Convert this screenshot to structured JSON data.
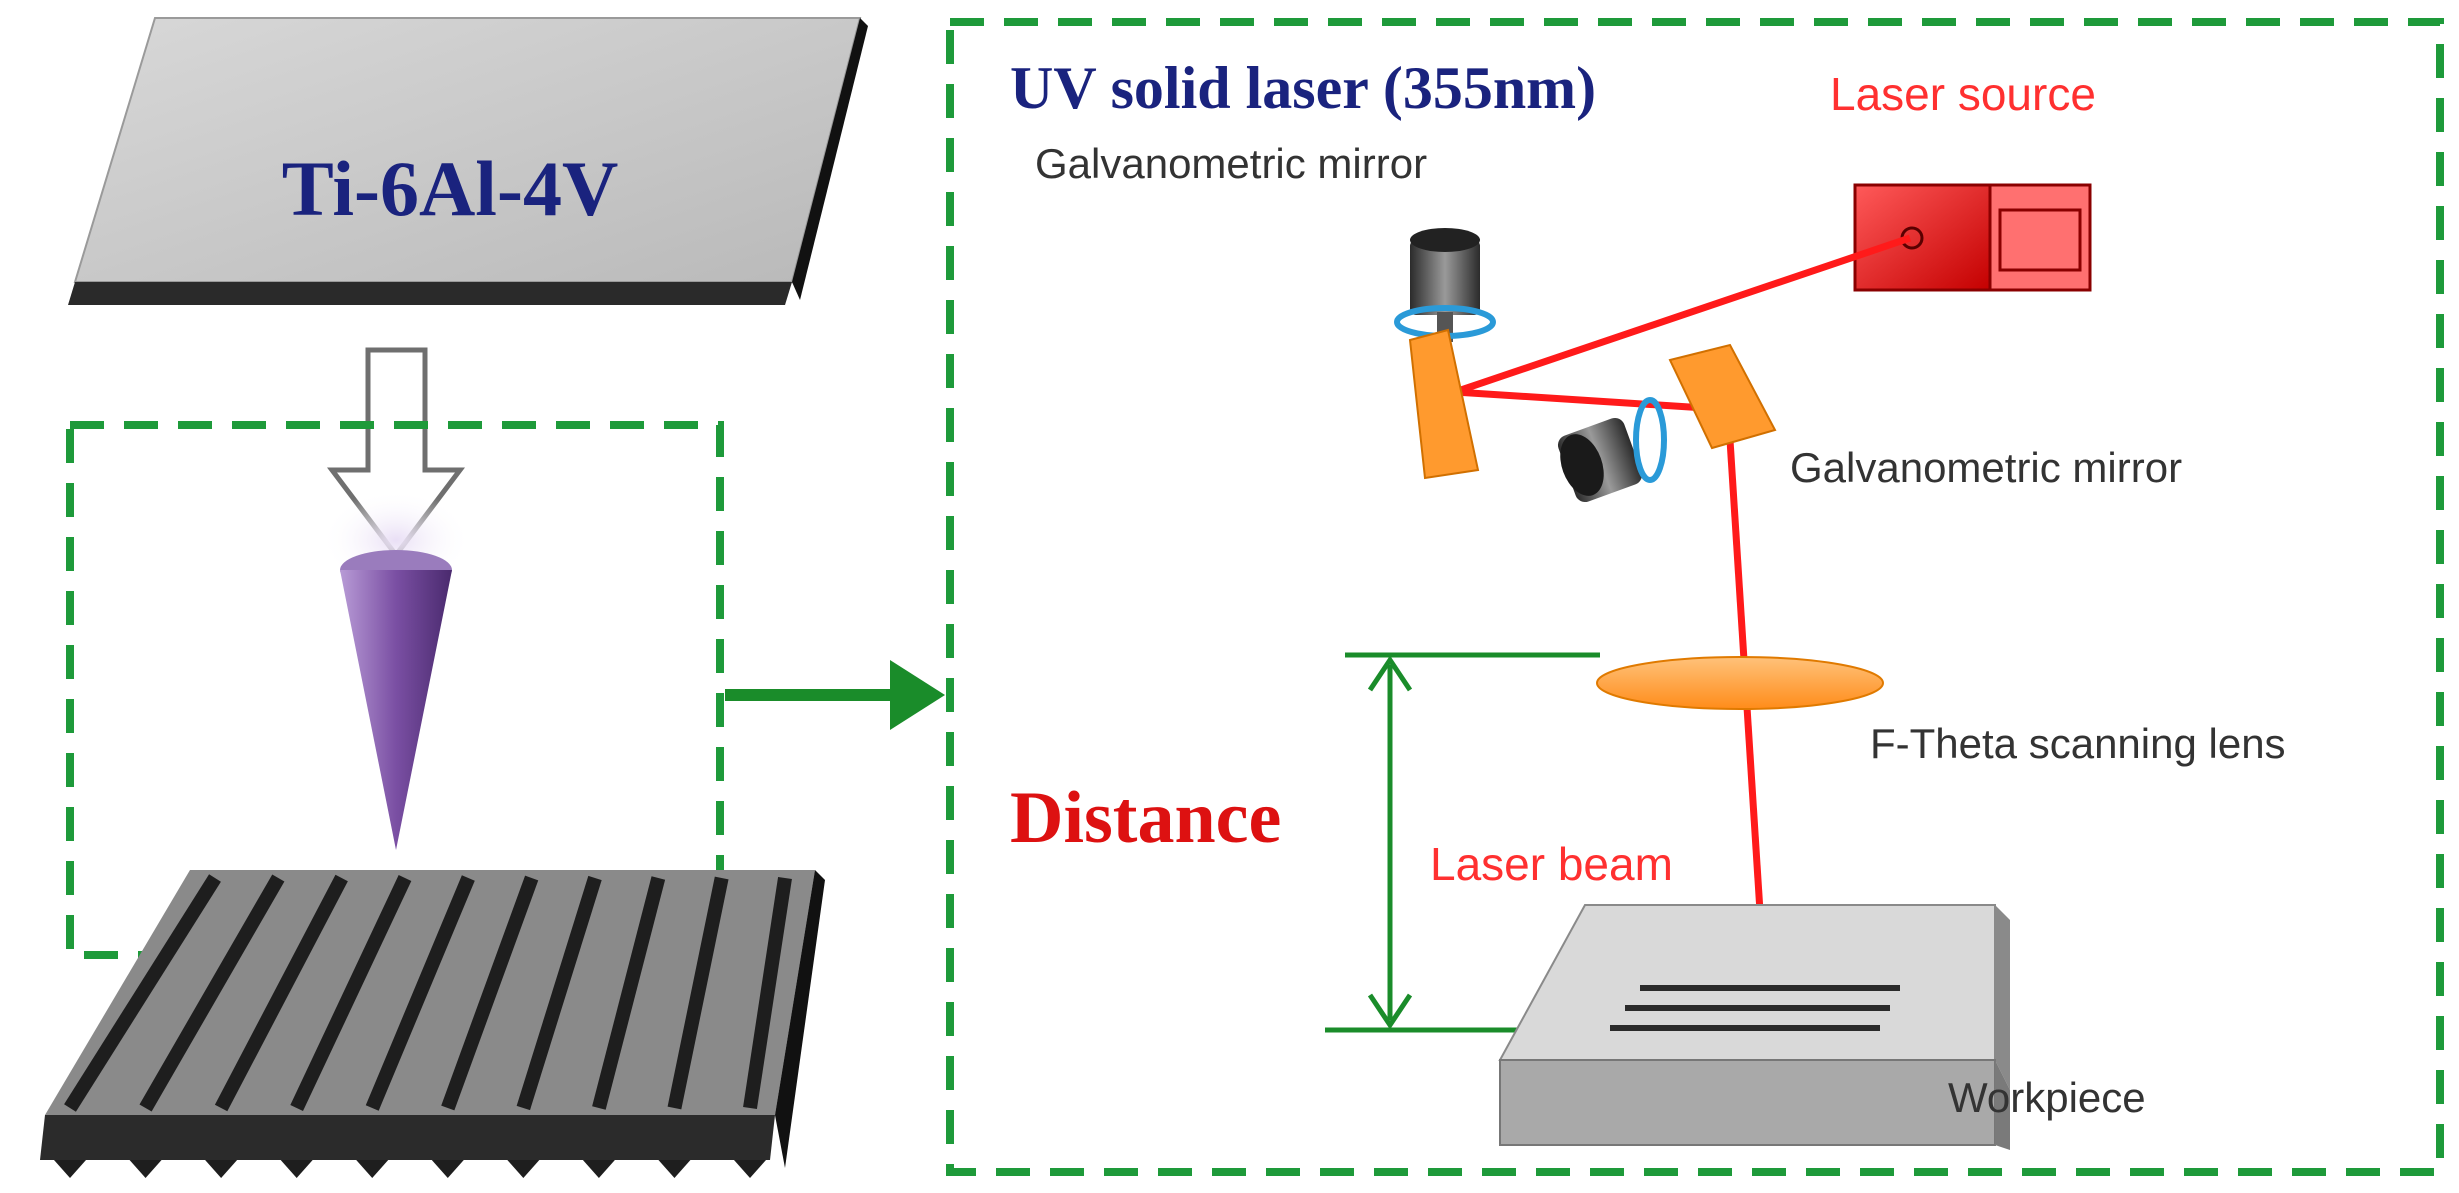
{
  "left_panel": {
    "plate_label": "Ti-6Al-4V"
  },
  "right_panel": {
    "title": "UV solid laser (355nm)",
    "labels": {
      "laser_source": "Laser source",
      "galvo_mirror_top": "Galvanometric mirror",
      "galvo_mirror_right": "Galvanometric mirror",
      "lens": "F-Theta scanning lens",
      "distance": "Distance",
      "laser_beam": "Laser beam",
      "workpiece": "Workpiece"
    }
  },
  "colors": {
    "dashed_border": "#1e9a3a",
    "arrow": "#1a8c2a",
    "title_navy": "#1a237e",
    "laser_red": "#ff3030",
    "distance_red": "#dd1111",
    "laser_body": "#e21a1a",
    "mirror_orange": "#ff9a2e",
    "lens_orange": "#ffa640",
    "cone_purple": "#6a3d8f"
  }
}
